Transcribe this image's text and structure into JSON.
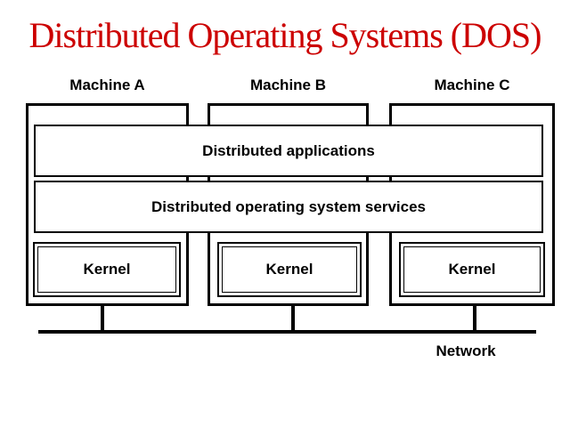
{
  "slide": {
    "title": "Distributed Operating Systems (DOS)"
  },
  "machines": [
    {
      "label": "Machine A",
      "kernel": "Kernel"
    },
    {
      "label": "Machine B",
      "kernel": "Kernel"
    },
    {
      "label": "Machine C",
      "kernel": "Kernel"
    }
  ],
  "layers": {
    "applications": "Distributed applications",
    "services": "Distributed operating system services"
  },
  "network": {
    "label": "Network"
  },
  "colors": {
    "title_red": "#cc0000",
    "line_black": "#000000",
    "background": "#ffffff"
  }
}
